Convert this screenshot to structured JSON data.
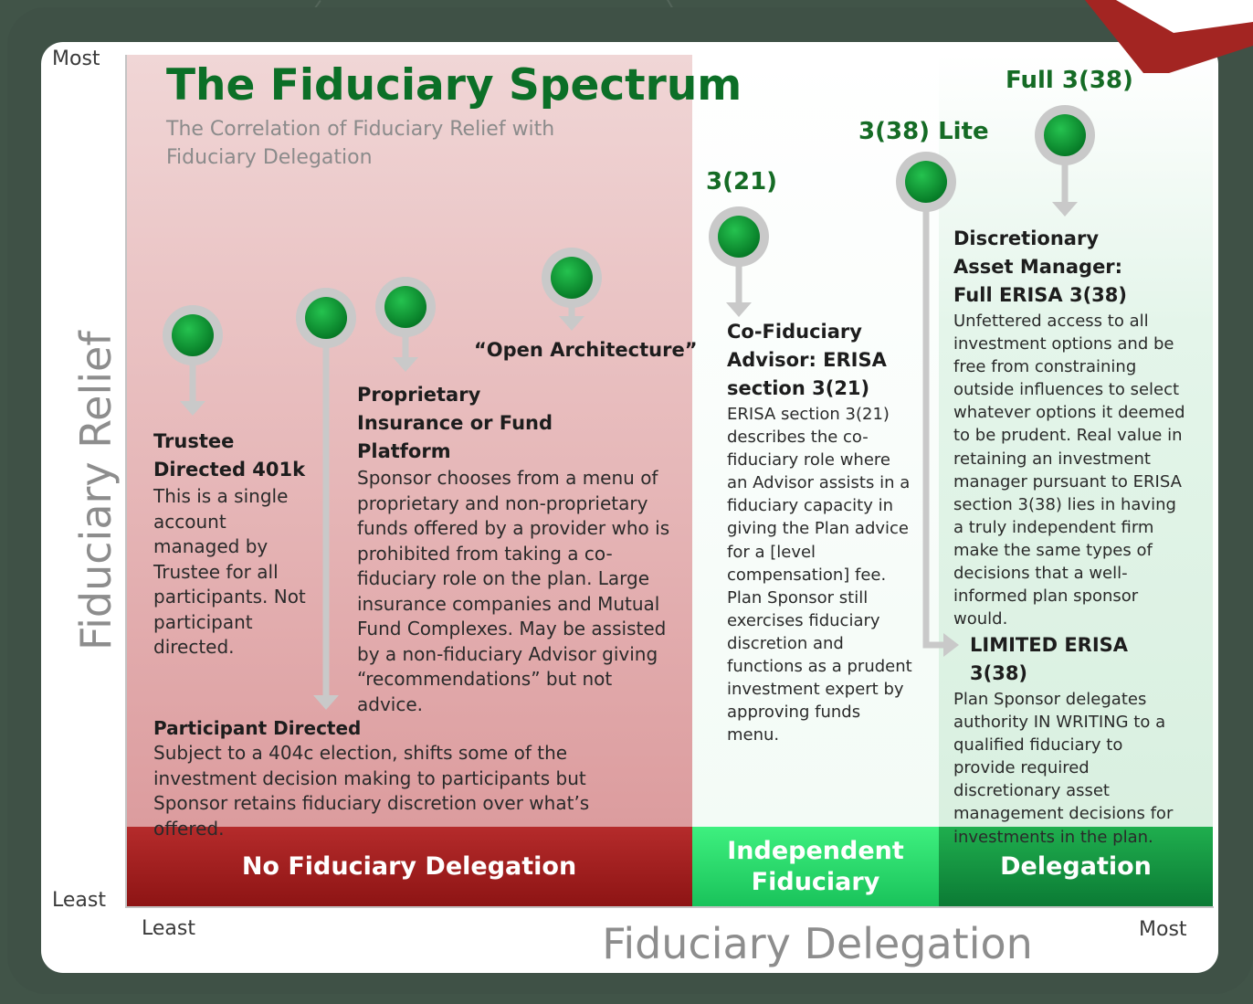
{
  "title": "The Fiduciary Spectrum",
  "subtitle": "The Correlation of Fiduciary Relief with Fiduciary Delegation",
  "axes": {
    "y_label": "Fiduciary Relief",
    "y_top": "Most",
    "y_bottom": "Least",
    "x_label": "Fiduciary Delegation",
    "x_left": "Least",
    "x_right": "Most"
  },
  "bands": {
    "none": "No Fiduciary Delegation",
    "independent": "Independent Fiduciary",
    "delegation": "Delegation"
  },
  "pin_labels": {
    "p321": "3(21)",
    "lite": "3(38) Lite",
    "full": "Full 3(38)",
    "open": "“Open Architecture”"
  },
  "items": {
    "trustee": {
      "heading": "Trustee Directed 401k",
      "body": "This is a single account managed by Trustee for all participants. Not participant directed."
    },
    "proprietary": {
      "heading": "Proprietary Insurance or Fund Platform",
      "body": "Sponsor chooses from a menu of proprietary and non-proprietary funds offered by a provider who is prohibited from taking a co-fiduciary role on the plan.  Large insurance companies and Mutual Fund Complexes.  May be assisted by a non-fiduciary Advisor giving “recommendations” but not advice."
    },
    "participant": {
      "heading": "Participant Directed",
      "body": "Subject to a 404c election, shifts some of the investment decision making to participants but Sponsor retains fiduciary discretion over what’s offered."
    },
    "cofiduciary": {
      "heading": "Co-Fiduciary Advisor: ERISA section 3(21)",
      "body": "ERISA section 3(21) describes the co-fiduciary role where an Advisor assists in a fiduciary capacity in giving the Plan advice for a [level compensation] fee. Plan Sponsor still exercises fiduciary discretion and functions as a prudent investment expert by approving funds menu."
    },
    "discretionary": {
      "heading": "Discretionary Asset Manager: Full ERISA 3(38)",
      "body": "Unfettered access to all investment options and be free from constraining outside influences to select whatever options it deemed to be prudent. Real value in retaining an investment manager pursuant to ERISA section 3(38) lies in having a truly independent firm make the same types of decisions that a well-informed plan sponsor would."
    },
    "limited": {
      "heading": "LIMITED ERISA 3(38)",
      "body": "Plan Sponsor delegates authority IN WRITING to a qualified fiduciary to provide required discretionary asset management decisions for investments in the plan."
    }
  },
  "colors": {
    "title_green": "#0c6f27",
    "pin_green": "#0e9a34",
    "band_red": "#9e1c1c",
    "band_light_green": "#2fdc6d",
    "band_dark_green": "#119043",
    "frame": "#415448"
  }
}
